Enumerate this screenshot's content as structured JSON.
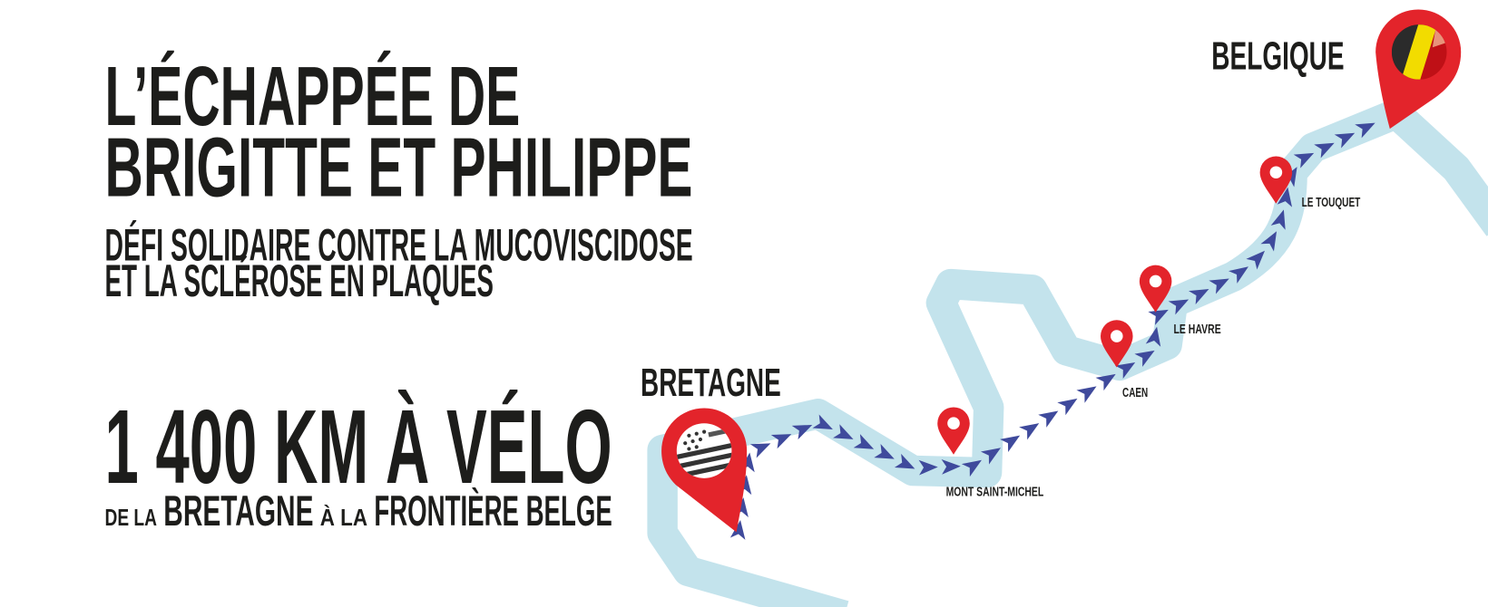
{
  "title": {
    "line1": "L’ÉCHAPPÉE DE",
    "line2": "BRIGITTE ET PHILIPPE"
  },
  "subtitle": {
    "line1": "DÉFI SOLIDAIRE CONTRE LA MUCOVISCIDOSE",
    "line2": "ET LA SCLÉROSE EN PLAQUES"
  },
  "distance": {
    "headline": "1 400 KM À VÉLO",
    "from_prefix": "DE LA",
    "from": "BRETAGNE",
    "to_prefix": "À LA",
    "to": "FRONTIÈRE BELGE"
  },
  "map": {
    "start_label": "BRETAGNE",
    "end_label": "BELGIQUE",
    "stops": [
      "MONT SAINT-MICHEL",
      "CAEN",
      "LE HAVRE",
      "LE TOUQUET"
    ]
  },
  "colors": {
    "pin": "#e3242b",
    "route_band": "#c3e3ec",
    "arrow": "#3f4a9c",
    "text": "#1d1d1b"
  }
}
